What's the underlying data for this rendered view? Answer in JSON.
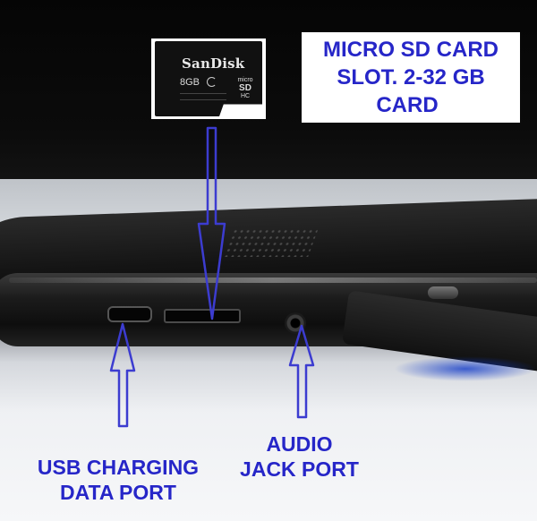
{
  "sd_card": {
    "brand": "SanDisk",
    "capacity": "8GB",
    "logo_lines": [
      "micro",
      "SD",
      "HC"
    ]
  },
  "label_box": {
    "lines": [
      "MICRO SD CARD",
      "SLOT. 2-32 GB",
      "CARD"
    ]
  },
  "labels": {
    "usb": [
      "USB CHARGING",
      "DATA PORT"
    ],
    "audio": [
      "AUDIO",
      "JACK PORT"
    ]
  },
  "colors": {
    "label_text": "#2626c8",
    "arrow_stroke": "#3c3cd0"
  }
}
